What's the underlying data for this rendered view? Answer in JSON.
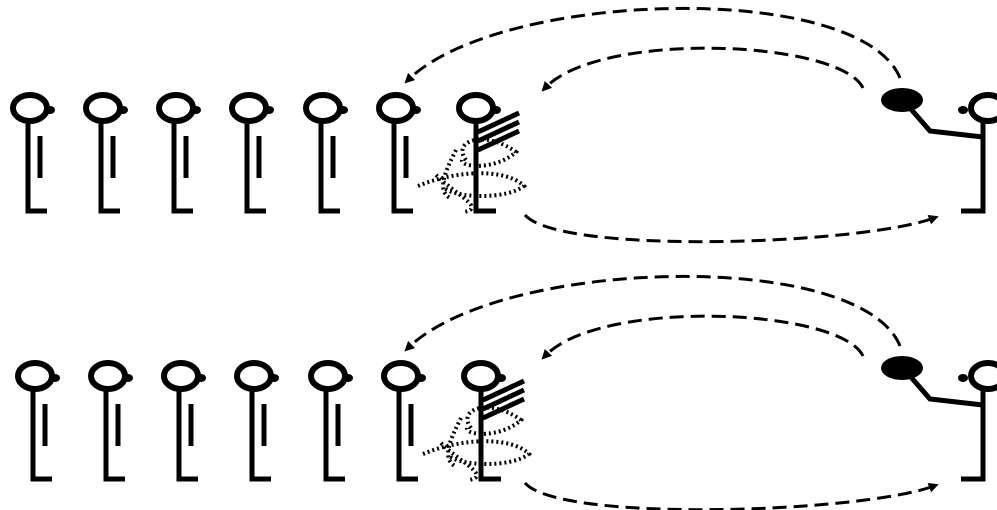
{
  "diagram": {
    "rows": [
      {
        "id": "row-1",
        "figures": 7,
        "has_tangled_figure": true,
        "has_agent": true
      },
      {
        "id": "row-2",
        "figures": 7,
        "has_tangled_figure": true,
        "has_agent": true
      }
    ],
    "arrows_per_row": 3,
    "colors": {
      "ink": "#000000",
      "background": "#ffffff"
    },
    "icons": [
      "figure-icon",
      "tangle-icon",
      "hatch-icon",
      "agent-figure-icon",
      "agent-head-icon",
      "dashed-arrow-icon"
    ]
  }
}
